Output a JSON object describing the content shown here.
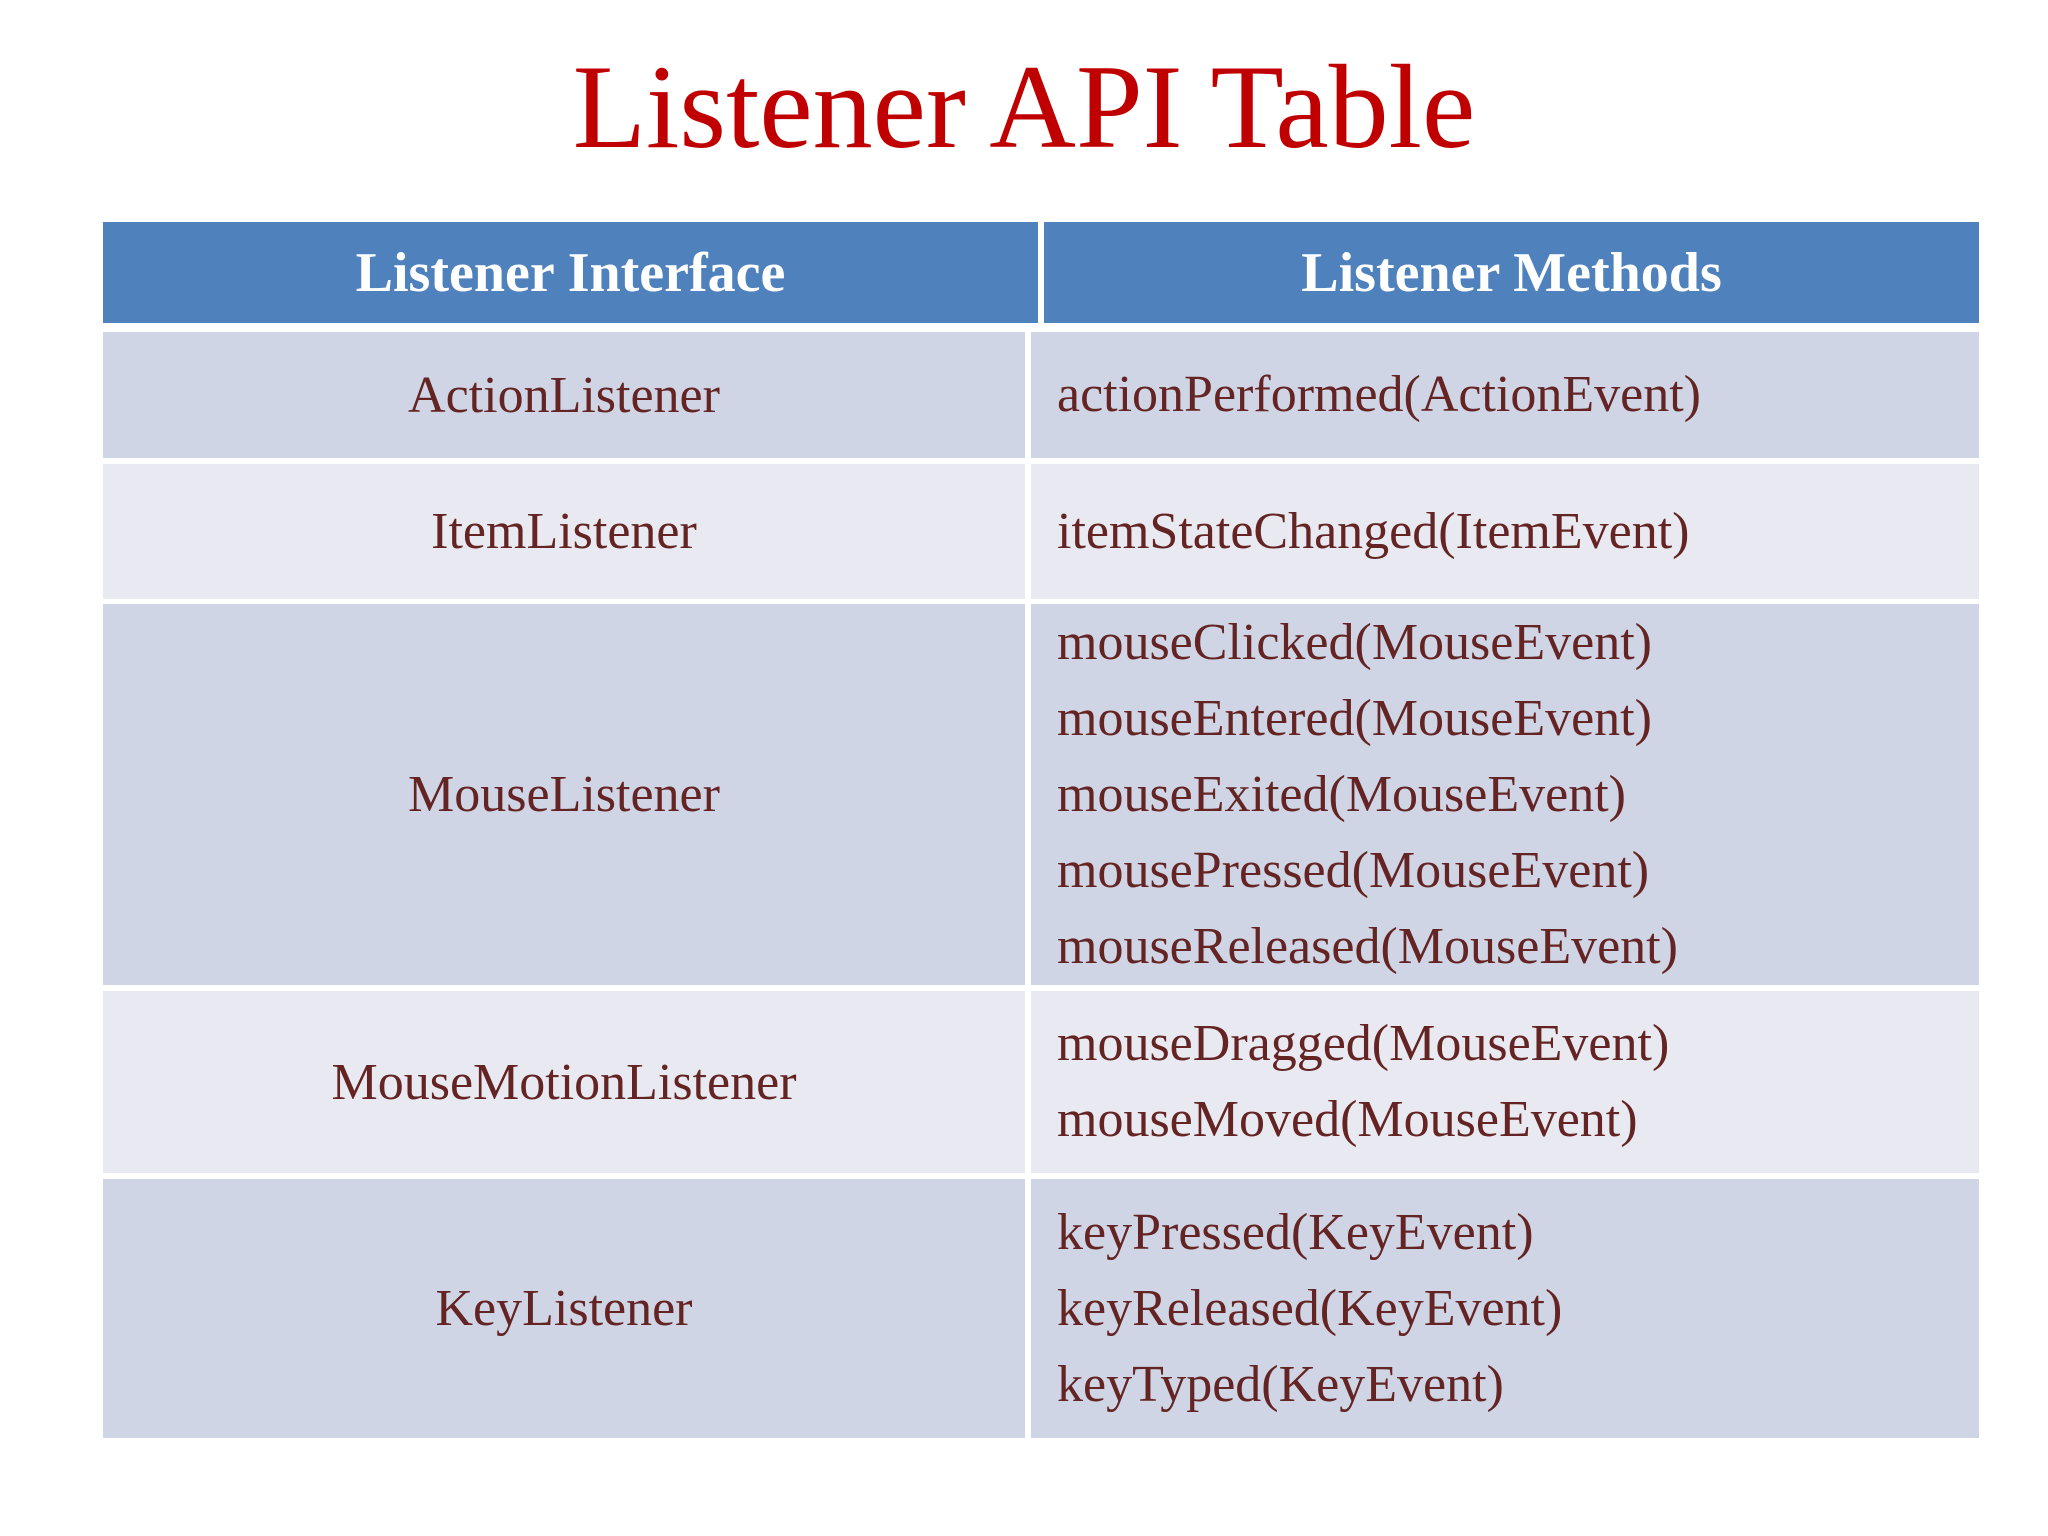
{
  "title": "Listener API Table",
  "colors": {
    "title_red": "#c00000",
    "header_blue": "#4f81bd",
    "header_text": "#ffffff",
    "row_dark": "#cfd5e4",
    "row_light": "#e9eaf1",
    "body_text": "#632423",
    "background": "#ffffff"
  },
  "table": {
    "headers": [
      "Listener Interface",
      "Listener Methods"
    ],
    "rows": [
      {
        "interface": "ActionListener",
        "methods": [
          "actionPerformed(ActionEvent)"
        ]
      },
      {
        "interface": "ItemListener",
        "methods": [
          "itemStateChanged(ItemEvent)"
        ]
      },
      {
        "interface": "MouseListener",
        "methods": [
          "mouseClicked(MouseEvent)",
          "mouseEntered(MouseEvent)",
          "mouseExited(MouseEvent)",
          "mousePressed(MouseEvent)",
          "mouseReleased(MouseEvent)"
        ]
      },
      {
        "interface": "MouseMotionListener",
        "methods": [
          "mouseDragged(MouseEvent)",
          "mouseMoved(MouseEvent)"
        ]
      },
      {
        "interface": "KeyListener",
        "methods": [
          "keyPressed(KeyEvent)",
          "keyReleased(KeyEvent)",
          "keyTyped(KeyEvent)"
        ]
      }
    ]
  }
}
